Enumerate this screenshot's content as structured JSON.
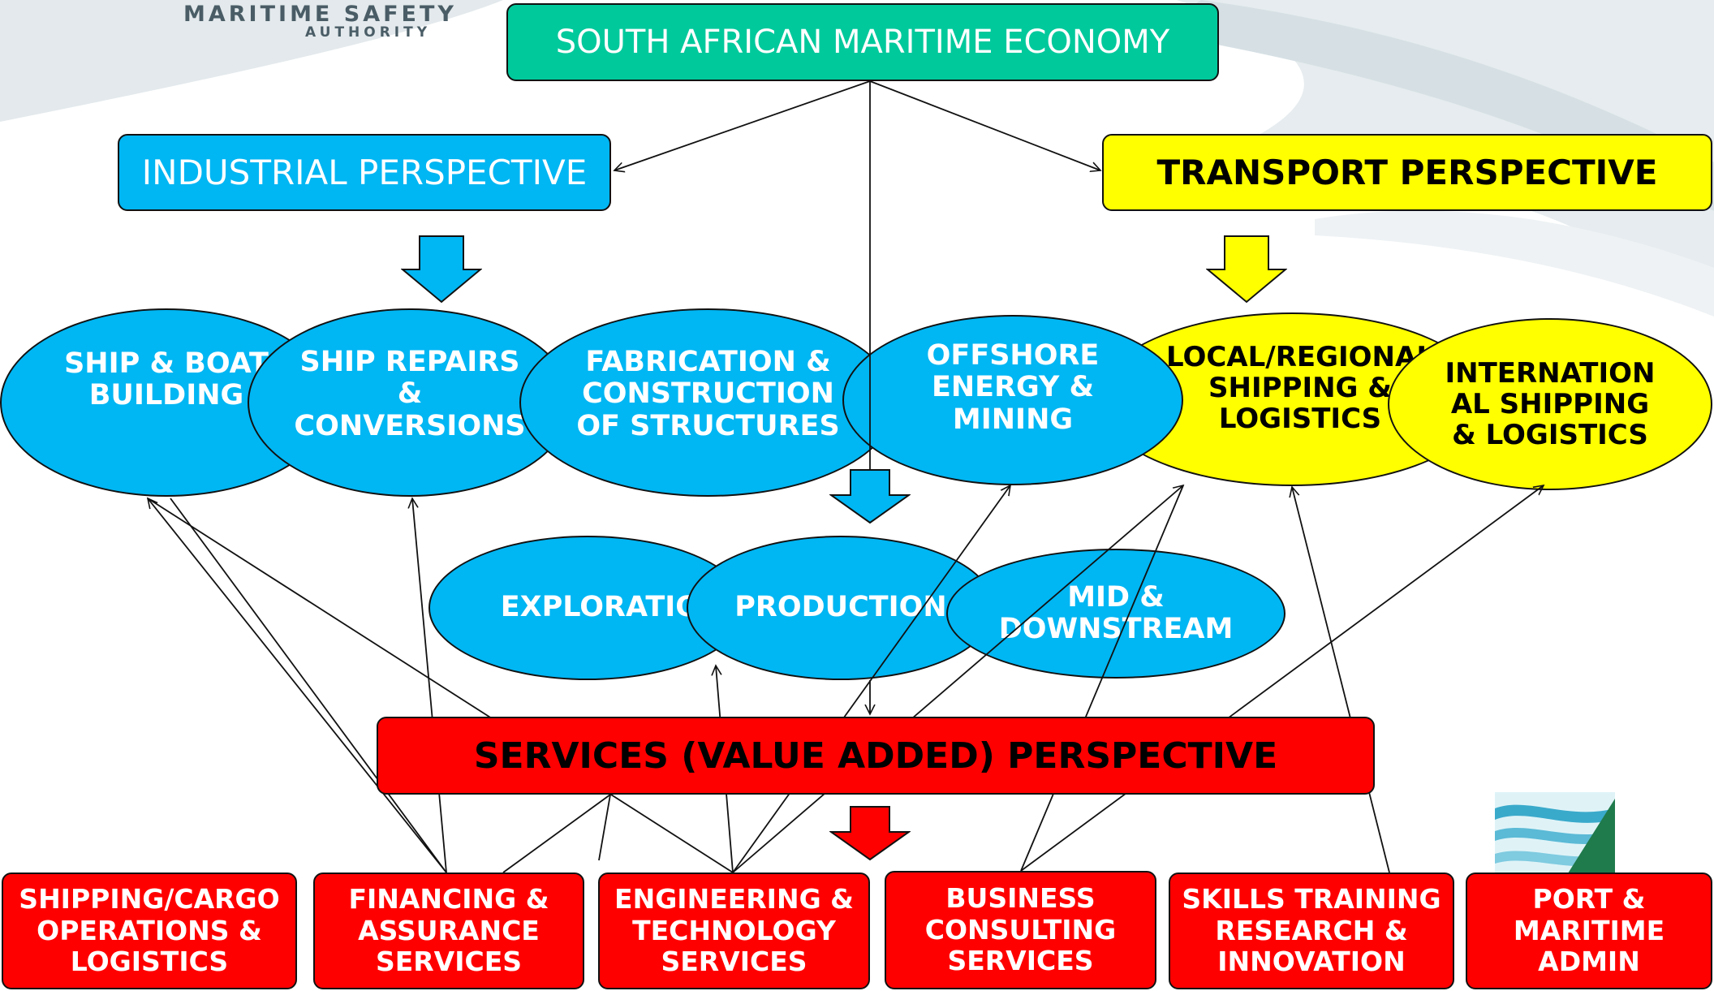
{
  "logo": {
    "line1": "MARITIME SAFETY",
    "line2": "AUTHORITY"
  },
  "title": "SOUTH AFRICAN MARITIME ECONOMY",
  "industrial": {
    "label": "INDUSTRIAL PERSPECTIVE",
    "items": [
      "SHIP & BOAT\nBUILDING",
      "SHIP REPAIRS\n&\nCONVERSIONS",
      "FABRICATION &\nCONSTRUCTION\nOF STRUCTURES",
      "OFFSHORE\nENERGY &\nMINING"
    ]
  },
  "transport": {
    "label": "TRANSPORT PERSPECTIVE",
    "items": [
      "LOCAL/REGIONAL\nSHIPPING  &\nLOGISTICS",
      "INTERNATION\nAL  SHIPPING\n& LOGISTICS"
    ]
  },
  "energy_chain": [
    "EXPLORATION",
    "PRODUCTION",
    "MID &\nDOWNSTREAM"
  ],
  "services": {
    "label": "SERVICES (VALUE ADDED) PERSPECTIVE",
    "items": [
      "SHIPPING/CARGO\nOPERATIONS &\nLOGISTICS",
      "FINANCING &\nASSURANCE\nSERVICES",
      "ENGINEERING &\nTECHNOLOGY\nSERVICES",
      "BUSINESS\nCONSULTING\nSERVICES",
      "SKILLS TRAINING\nRESEARCH &\nINNOVATION",
      "PORT &\nMARITIME\nADMIN"
    ]
  },
  "colors": {
    "title_box": "#00c99c",
    "industrial": "#00b6f3",
    "transport": "#ffff00",
    "services": "#ff0000"
  },
  "icons": [
    "down-arrow-icon",
    "wave-logo-icon"
  ]
}
